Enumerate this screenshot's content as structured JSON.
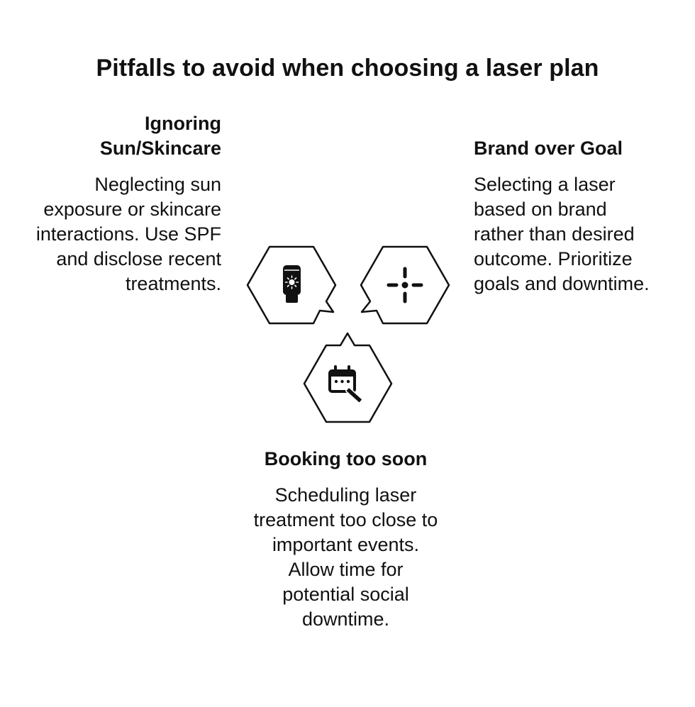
{
  "title": "Pitfalls to avoid when choosing a laser plan",
  "items": [
    {
      "heading": "Ignoring Sun/Skincare",
      "body": "Neglecting sun exposure or skincare interactions. Use SPF and disclose recent treatments.",
      "icon": "sunscreen-tube-icon"
    },
    {
      "heading": "Brand over Goal",
      "body": "Selecting a laser based on brand rather than desired outcome. Prioritize goals and downtime.",
      "icon": "crosshair-target-icon"
    },
    {
      "heading": "Booking too soon",
      "body": "Scheduling laser treatment too close to important events. Allow time for potential social downtime.",
      "icon": "calendar-edit-icon"
    }
  ],
  "colors": {
    "text": "#111111",
    "stroke": "#111111",
    "background": "#ffffff"
  }
}
